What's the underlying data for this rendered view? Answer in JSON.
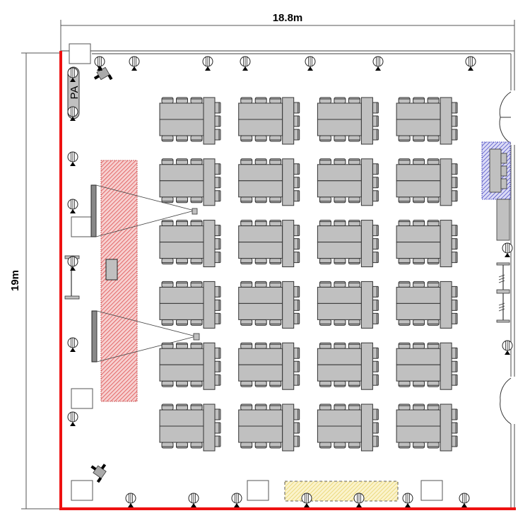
{
  "dimensions": {
    "width_label": "18.8m",
    "height_label": "19m"
  },
  "pa_label": "PA",
  "layout": {
    "table_group_rows": 6,
    "table_group_cols": 4,
    "chairs_per_side": 3
  },
  "colors": {
    "wall_accent": "#ee1111",
    "furniture": "#c0c0c0",
    "stage_hatch": "#e05050",
    "reception_hatch": "#4040c0",
    "storage_hatch": "#e6d060"
  }
}
